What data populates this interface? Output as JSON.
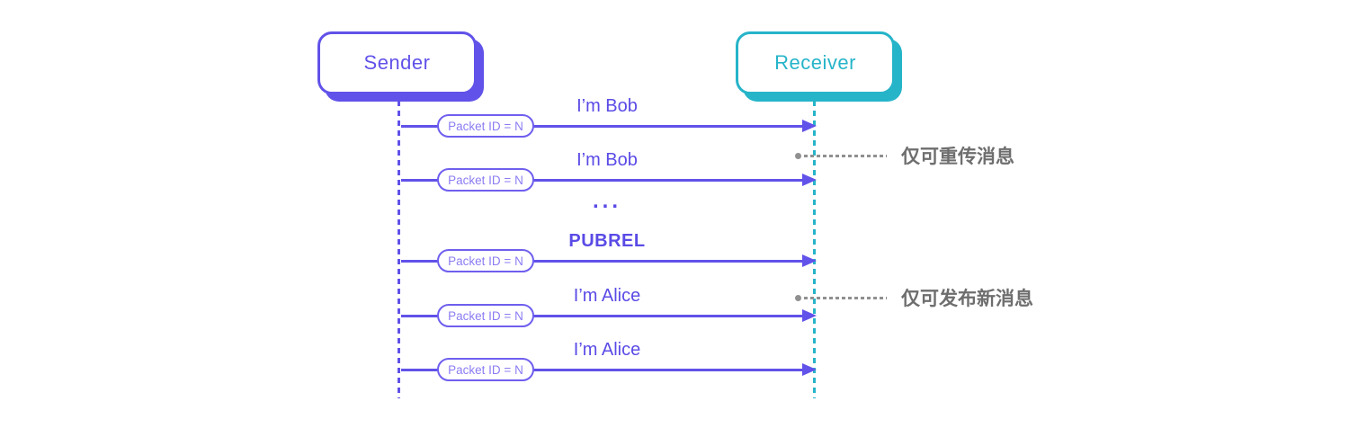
{
  "diagram": {
    "kind": "sequence-diagram",
    "background": "#ffffff"
  },
  "actors": [
    {
      "id": "sender",
      "label": "Sender",
      "color": "#6152e9"
    },
    {
      "id": "receiver",
      "label": "Receiver",
      "color": "#26b4c9"
    }
  ],
  "messages": [
    {
      "label": "I’m Bob",
      "packet": "Packet ID = N",
      "bold": false
    },
    {
      "label": "I’m Bob",
      "packet": "Packet ID = N",
      "bold": false
    },
    {
      "label": "PUBREL",
      "packet": "Packet ID = N",
      "bold": true
    },
    {
      "label": "I’m Alice",
      "packet": "Packet ID = N",
      "bold": false
    },
    {
      "label": "I’m Alice",
      "packet": "Packet ID = N",
      "bold": false
    }
  ],
  "ellipsis": "...",
  "annotations": [
    {
      "text": "仅可重传消息"
    },
    {
      "text": "仅可发布新消息"
    }
  ],
  "colors": {
    "purple": "#6152e9",
    "purple_light": "#8b7df2",
    "teal": "#26b4c9",
    "annotation_grey": "#6e6e6e",
    "annotation_dots": "#909090"
  }
}
